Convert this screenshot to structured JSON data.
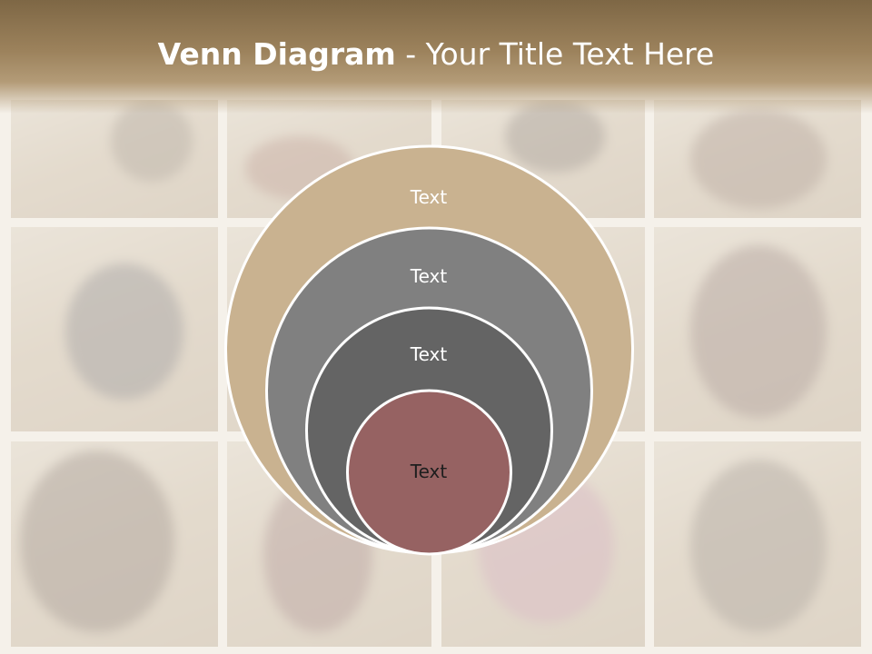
{
  "slide": {
    "title_bold": "Venn Diagram",
    "title_rest": " - Your Title Text Here"
  },
  "diagram": {
    "levels": [
      {
        "label": "Text",
        "color": "#c9b290",
        "text_color": "#ffffff"
      },
      {
        "label": "Text",
        "color": "#808080",
        "text_color": "#ffffff"
      },
      {
        "label": "Text",
        "color": "#646464",
        "text_color": "#ffffff"
      },
      {
        "label": "Text",
        "color": "#966262",
        "text_color": "#1e1e1e"
      }
    ]
  },
  "colors": {
    "header": "#8c7350",
    "background": "#f3efe7",
    "circle_stroke": "#ffffff"
  }
}
